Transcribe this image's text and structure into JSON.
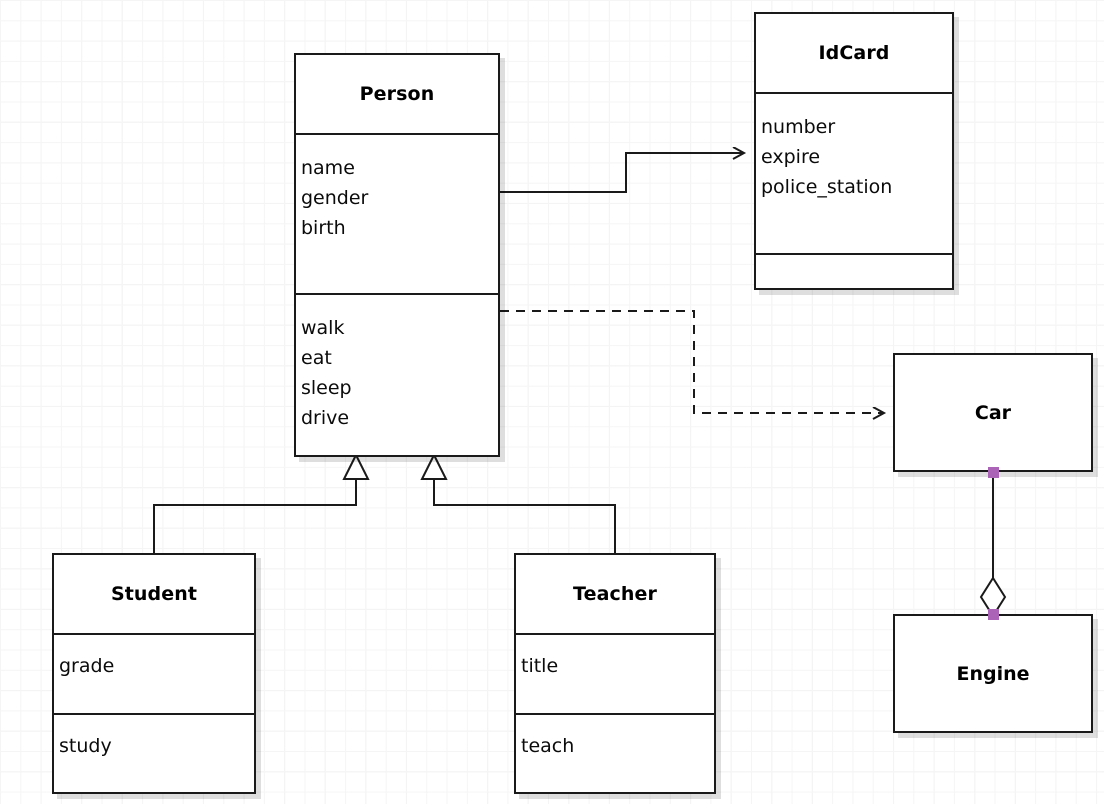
{
  "diagram": {
    "kind": "uml-class-diagram",
    "background": "#ffffff",
    "grid_color": "#ededed",
    "line_color": "#1a1a1a",
    "selection_handle_color": "#ab63b7"
  },
  "classes": {
    "person": {
      "name": "Person",
      "attributes": [
        "name",
        "gender",
        "birth"
      ],
      "methods": [
        "walk",
        "eat",
        "sleep",
        "drive"
      ]
    },
    "idcard": {
      "name": "IdCard",
      "attributes": [
        "number",
        "expire",
        "police_station"
      ],
      "methods": []
    },
    "student": {
      "name": "Student",
      "attributes": [
        "grade"
      ],
      "methods": [
        "study"
      ]
    },
    "teacher": {
      "name": "Teacher",
      "attributes": [
        "title"
      ],
      "methods": [
        "teach"
      ]
    },
    "car": {
      "name": "Car",
      "attributes": [],
      "methods": []
    },
    "engine": {
      "name": "Engine",
      "attributes": [],
      "methods": []
    }
  },
  "relationships": [
    {
      "id": "person-idcard",
      "type": "association",
      "style": "solid",
      "source": "Person",
      "target": "IdCard",
      "arrowhead": "open"
    },
    {
      "id": "person-car",
      "type": "dependency",
      "style": "dashed",
      "source": "Person",
      "target": "Car",
      "arrowhead": "open"
    },
    {
      "id": "student-person",
      "type": "generalization",
      "style": "solid",
      "source": "Student",
      "target": "Person",
      "arrowhead": "hollow-triangle"
    },
    {
      "id": "teacher-person",
      "type": "generalization",
      "style": "solid",
      "source": "Teacher",
      "target": "Person",
      "arrowhead": "hollow-triangle"
    },
    {
      "id": "car-engine",
      "type": "aggregation",
      "style": "solid",
      "source": "Car",
      "target": "Engine",
      "arrowhead": "hollow-diamond",
      "selected": true
    }
  ]
}
